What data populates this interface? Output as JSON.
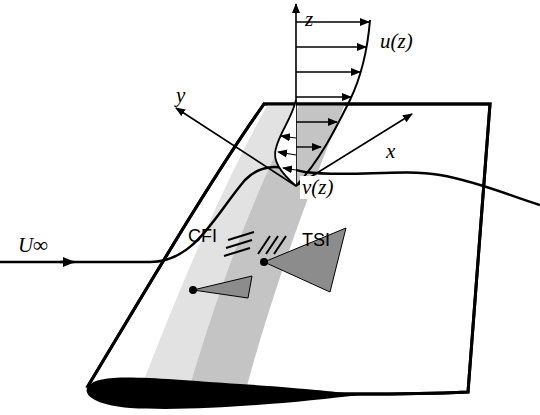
{
  "diagram": {
    "labels": [
      "z",
      "u(z)",
      "y",
      "x",
      "v(z)",
      "CFI",
      "TSI",
      "U∞"
    ]
  }
}
